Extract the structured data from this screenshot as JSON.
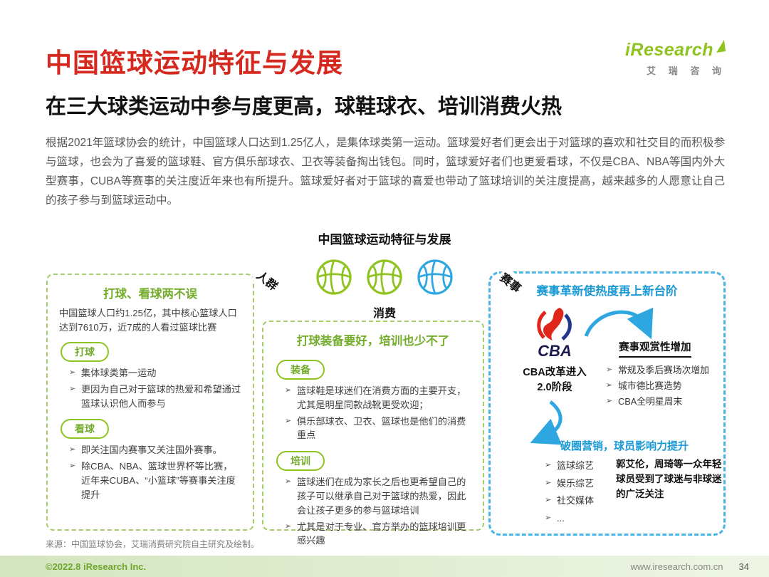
{
  "colors": {
    "red": "#d5281e",
    "green": "#8fc31f",
    "green_dark": "#74ad2c",
    "blue": "#2ea7e0",
    "text_gray": "#595757"
  },
  "header": {
    "title": "中国篮球运动特征与发展",
    "logo_text": "iResearch",
    "logo_cn": "艾 瑞 咨 询"
  },
  "lead": {
    "subtitle": "在三大球类运动中参与度更高，球鞋球衣、培训消费火热",
    "intro": "根据2021年篮球协会的统计，中国篮球人口达到1.25亿人，是集体球类第一运动。篮球爱好者们更会出于对篮球的喜欢和社交目的而积极参与篮球，也会为了喜爱的篮球鞋、官方俱乐部球衣、卫衣等装备掏出钱包。同时，篮球爱好者们也更爱看球，不仅是CBA、NBA等国内外大型赛事，CUBA等赛事的关注度近年来也有所提升。篮球爱好者对于篮球的喜爱也带动了篮球培训的关注度提高，越来越多的人愿意让自己的孩子参与到篮球运动中。"
  },
  "diagram": {
    "title": "中国篮球运动特征与发展"
  },
  "population": {
    "corner_label": "人群",
    "title": "打球、看球两不误",
    "desc": "中国篮球人口约1.25亿，其中核心篮球人口达到7610万，近7成的人看过篮球比赛",
    "play": {
      "badge": "打球",
      "items": [
        "集体球类第一运动",
        "更因为自己对于篮球的热爱和希望通过篮球认识他人而参与"
      ]
    },
    "watch": {
      "badge": "看球",
      "items": [
        "即关注国内赛事又关注国外赛事。",
        "除CBA、NBA、篮球世界杯等比赛，近年来CUBA、“小篮球”等赛事关注度提升"
      ]
    }
  },
  "consumption": {
    "label": "消费",
    "title": "打球装备要好，培训也少不了",
    "gear": {
      "badge": "装备",
      "items": [
        "篮球鞋是球迷们在消费方面的主要开支，尤其是明星同款战靴更受欢迎；",
        "俱乐部球衣、卫衣、篮球也是他们的消费重点"
      ]
    },
    "training": {
      "badge": "培训",
      "items": [
        "篮球迷们在成为家长之后也更希望自己的孩子可以继承自己对于篮球的热爱，因此会让孩子更多的参与篮球培训",
        "尤其是对于专业、官方举办的篮球培训更感兴趣"
      ]
    }
  },
  "events": {
    "corner_label": "赛事",
    "title": "赛事革新使热度再上新台阶",
    "cba_logo": "CBA",
    "cba_stage": "CBA改革进入\n2.0阶段",
    "watch_block": {
      "title": "赛事观赏性增加",
      "items": [
        "常规及季后赛场次增加",
        "城市德比赛造势",
        "CBA全明星周末"
      ]
    },
    "break_block": {
      "title": "破圈营销，球员影响力提升",
      "items": [
        "篮球综艺",
        "娱乐综艺",
        "社交媒体",
        "..."
      ],
      "note": "郭艾伦，周琦等一众年轻球员受到了球迷与非球迷的广泛关注"
    }
  },
  "source": "来源：中国篮球协会，艾瑞消费研究院自主研究及绘制。",
  "footer": {
    "copyright": "©2022.8 iResearch Inc.",
    "site": "www.iresearch.com.cn",
    "page": "34"
  }
}
